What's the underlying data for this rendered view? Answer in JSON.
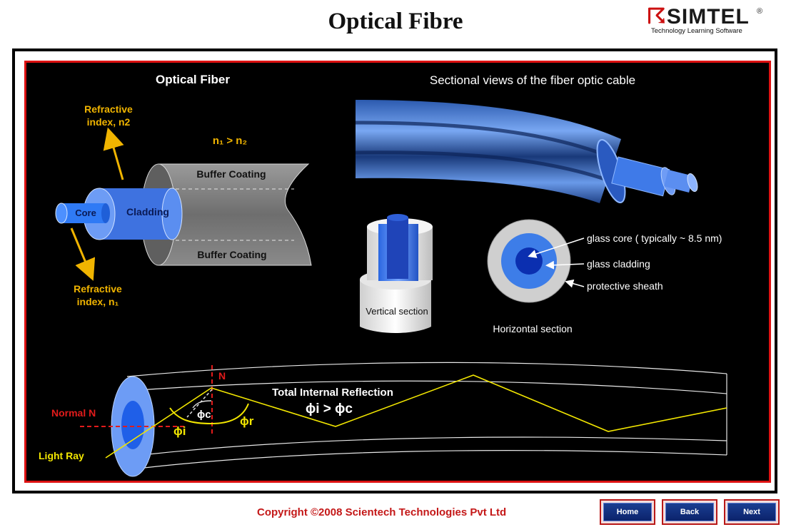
{
  "header": {
    "title": "Optical Fibre",
    "logo_text": "SIMTEL",
    "logo_registered": "®",
    "logo_tagline": "Technology Learning Software"
  },
  "diagram": {
    "fiber_title": "Optical Fiber",
    "sectional_title": "Sectional views of the fiber optic cable",
    "refractive_n2_line1": "Refractive",
    "refractive_n2_line2": "index, n2",
    "refractive_n1_line1": "Refractive",
    "refractive_n1_line2": "index, n₁",
    "relation": "n₁ > n₂",
    "buffer_top": "Buffer Coating",
    "buffer_bottom": "Buffer Coating",
    "core_label": "Core",
    "cladding_label": "Cladding",
    "glass_core": "glass core  ( typically ~ 8.5 nm)",
    "glass_cladding": "glass cladding",
    "protective_sheath": "protective sheath",
    "vertical_section": "Vertical section",
    "horizontal_section": "Horizontal section",
    "tir_title": "Total Internal Reflection",
    "normal_n": "Normal N",
    "n_label": "N",
    "light_ray": "Light Ray",
    "phi_i": "ϕi",
    "phi_c": "ϕc",
    "phi_r": "ϕr",
    "tir_relation": "ϕi > ϕc"
  },
  "footer": {
    "copyright": "Copyright ©2008 Scientech Technologies Pvt Ltd",
    "home": "Home",
    "back": "Back",
    "next": "Next"
  },
  "colors": {
    "accent_red": "#cc1111",
    "label_gold": "#f0b400",
    "ray_yellow": "#f2e600",
    "fiber_blue": "#3a6fd8",
    "core_blue": "#0b2fb0"
  }
}
